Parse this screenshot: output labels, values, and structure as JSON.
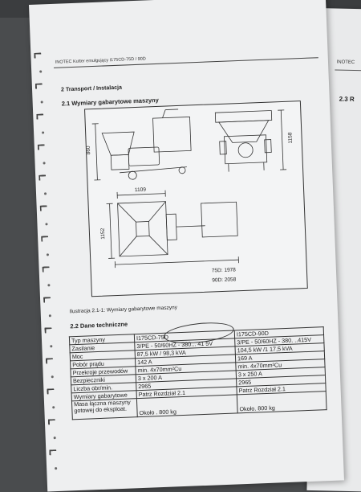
{
  "page": {
    "running_header": "INOTEC Kutter emulgujący I175CD-75D / 90D",
    "section_title": "2 Transport / Instalacja",
    "subsection_title": "2.1 Wymiary gabarytowe maszyny",
    "figure_caption": "Ilustracja 2.1-1: Wymiary gabarytowe maszyny",
    "tech_title": "2.2 Dane techniczne"
  },
  "figure": {
    "dim_side_height": "860",
    "dim_front_height": "1158",
    "dim_top_width": "1109",
    "dim_top_depth": "1152",
    "length_75d": "75D: 1978",
    "length_90d": "90D: 2058"
  },
  "table": {
    "rows": [
      {
        "label": "Typ maszyny",
        "c1": "I175CD-75D",
        "c2": "I175CD-90D"
      },
      {
        "label": "Zasilanie",
        "c1": "3/PE - 50/60HZ - 380... 41 5V",
        "c2": "3/PE - 50/60HZ - 380. ..415V"
      },
      {
        "label": "Moc",
        "c1": "87,5 kW / 98,3 kVA",
        "c2": "104,5 kW /1 17,5 kVA"
      },
      {
        "label": "Pobór prądu",
        "c1": "142 A",
        "c2": "169 A"
      },
      {
        "label": "Przekroje przewodów",
        "c1": "min. 4x70mm²Cu",
        "c2": "min. 4x70mm²Cu"
      },
      {
        "label": "Bezpieczniki",
        "c1": "3 x 200 A",
        "c2": "3 x 250 A"
      },
      {
        "label": "Liczba obr/min.",
        "c1": "2965",
        "c2": "2965"
      },
      {
        "label": "Wymiary gabarytowe",
        "c1": "Patrz Rozdział 2.1",
        "c2": "Patrz Rozdział 2.1"
      },
      {
        "label": "Masa łączna maszyny gotowej do eksploat.",
        "c1": "Około . 800 kg",
        "c2": "Około. 800 kg"
      }
    ]
  },
  "back_page": {
    "header": "INOTEC",
    "section": "2.3 R"
  }
}
